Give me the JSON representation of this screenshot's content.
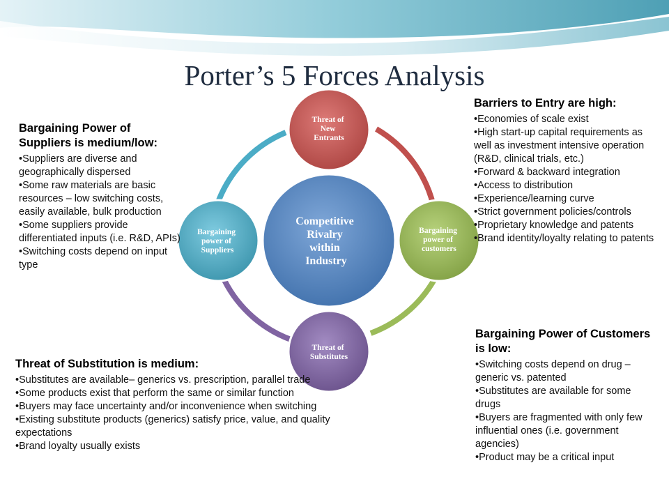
{
  "slide": {
    "title": "Porter’s 5 Forces Analysis"
  },
  "diagram": {
    "center": {
      "lines": [
        "Competitive",
        "Rivalry",
        "within",
        "Industry"
      ],
      "color": "#4f81bd"
    },
    "nodes": [
      {
        "id": "new-entrants",
        "lines": [
          "Threat of",
          "New",
          "Entrants"
        ],
        "color": "#c0504d"
      },
      {
        "id": "customers",
        "lines": [
          "Bargaining",
          "power of",
          "customers"
        ],
        "color": "#9bbb59"
      },
      {
        "id": "substitutes",
        "lines": [
          "Threat of",
          "Substitutes"
        ],
        "color": "#8064a2"
      },
      {
        "id": "suppliers",
        "lines": [
          "Bargaining",
          "power of",
          "Suppliers"
        ],
        "color": "#4bacc6"
      }
    ]
  },
  "panels": {
    "suppliers": {
      "heading": "Bargaining Power of Suppliers is medium/low:",
      "items": [
        "Suppliers are diverse and geographically dispersed",
        "Some raw materials are basic resources – low switching costs, easily available, bulk production",
        "Some suppliers provide differentiated inputs (i.e. R&D, APIs)",
        "Switching costs depend on input type"
      ]
    },
    "barriers": {
      "heading": "Barriers to Entry are high:",
      "items": [
        "Economies of scale exist",
        "High start-up capital requirements as well as investment intensive operation (R&D, clinical trials, etc.)",
        "Forward & backward integration",
        "Access to distribution",
        "Experience/learning curve",
        "Strict government policies/controls",
        "Proprietary knowledge and patents",
        "Brand identity/loyalty relating to patents"
      ]
    },
    "substitution": {
      "heading": "Threat of Substitution is medium:",
      "items": [
        "Substitutes are available– generics vs. prescription, parallel trade",
        "Some products exist that perform the same or similar function",
        "Buyers may face uncertainty and/or inconvenience when switching",
        "Existing substitute products (generics) satisfy price, value, and quality expectations",
        "Brand loyalty usually exists"
      ]
    },
    "customers": {
      "heading": "Bargaining Power of Customers is low:",
      "items": [
        "Switching costs depend on drug – generic vs. patented",
        "Substitutes are available for some drugs",
        "Buyers are fragmented with only few influential ones (i.e. government agencies)",
        "Product may be a critical input"
      ]
    }
  }
}
